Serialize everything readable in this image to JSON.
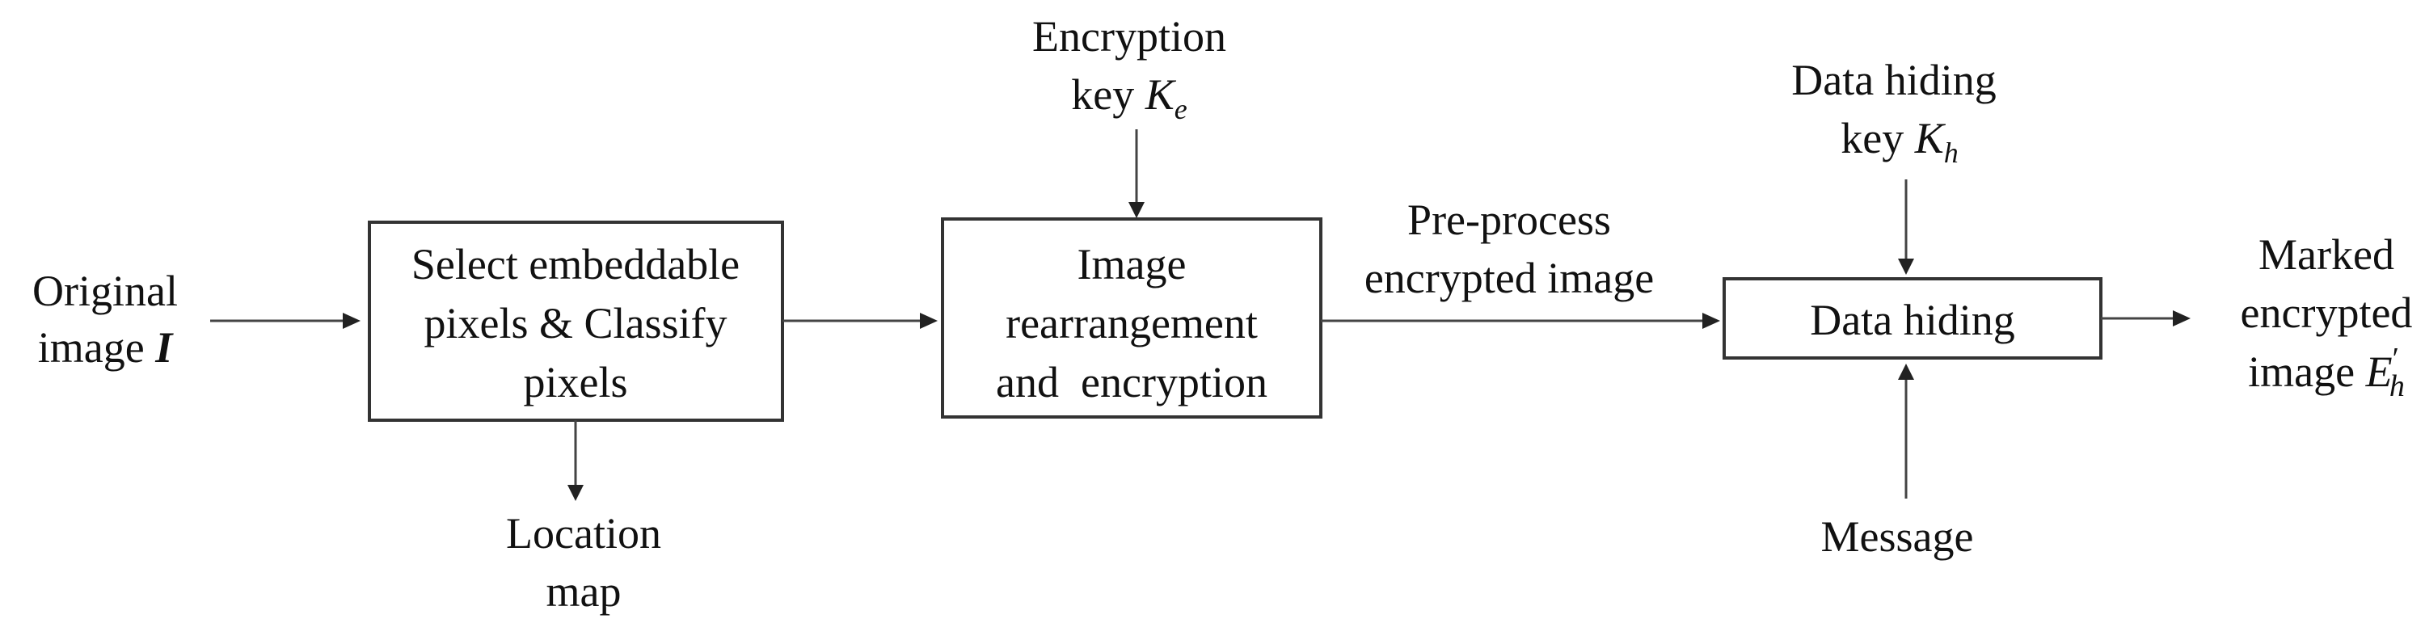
{
  "input": {
    "line1": "Original",
    "line2_text": "image ",
    "line2_symbol": "I"
  },
  "select_box": {
    "line1": "Select embeddable",
    "line2": "pixels & Classify",
    "line3": "pixels"
  },
  "location_map": {
    "line1": "Location",
    "line2": "map"
  },
  "encryption_key": {
    "line1": "Encryption",
    "line2_text": "key ",
    "symbol": "K",
    "subscript": "e"
  },
  "encrypt_box": {
    "line1": "Image",
    "line2": "rearrangement",
    "line3": "and  encryption"
  },
  "preprocess": {
    "line1": "Pre-process",
    "line2": "encrypted image"
  },
  "hiding_key": {
    "line1": "Data hiding",
    "line2_text": "key ",
    "symbol": "K",
    "subscript": "h"
  },
  "hiding_box": {
    "label": "Data hiding"
  },
  "message": {
    "label": "Message"
  },
  "output": {
    "line1": "Marked",
    "line2": "encrypted",
    "line3_text": "image ",
    "symbol": "E",
    "prime": "′",
    "subscript": "h"
  }
}
